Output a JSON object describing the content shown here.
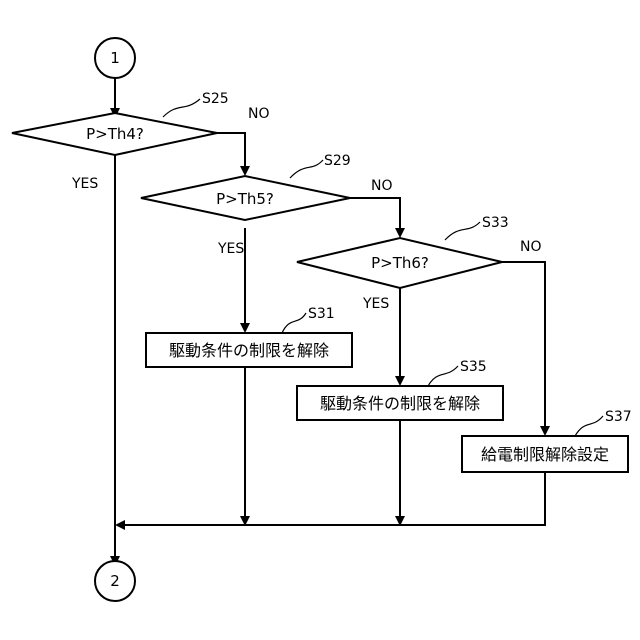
{
  "connectors": {
    "top": "1",
    "bottom": "2"
  },
  "steps": {
    "s25": {
      "id": "S25",
      "condition": "P>Th4?",
      "yes": "YES",
      "no": "NO"
    },
    "s29": {
      "id": "S29",
      "condition": "P>Th5?",
      "yes": "YES",
      "no": "NO"
    },
    "s33": {
      "id": "S33",
      "condition": "P>Th6?",
      "yes": "YES",
      "no": "NO"
    },
    "s31": {
      "id": "S31",
      "text": "駆動条件の制限を解除"
    },
    "s35": {
      "id": "S35",
      "text": "駆動条件の制限を解除"
    },
    "s37": {
      "id": "S37",
      "text": "給電制限解除設定"
    }
  }
}
